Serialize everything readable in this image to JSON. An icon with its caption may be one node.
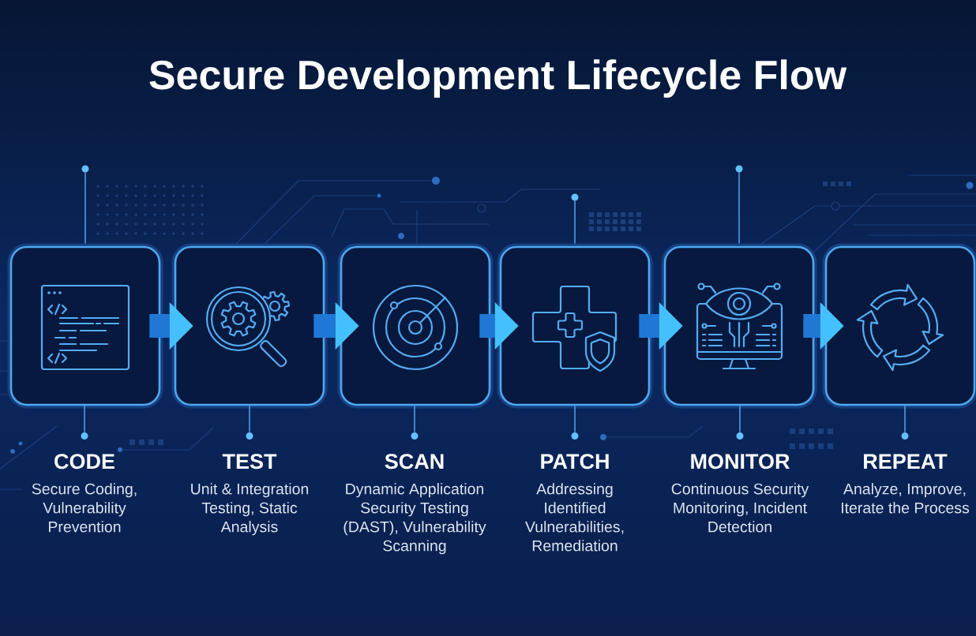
{
  "diagram": {
    "title": "Secure Development Lifecycle Flow",
    "nodes": [
      {
        "text": [],
        "shape": "box"
      },
      {
        "text": [],
        "shape": "box"
      },
      {
        "text": [],
        "shape": "box"
      },
      {
        "text": [],
        "shape": "box"
      },
      {
        "text": [],
        "shape": "box"
      },
      {
        "text": [],
        "shape": "box"
      },
      {
        "text": [
          "CODE",
          "Secure Coding, Vulnerability Prevention"
        ]
      },
      {
        "text": [
          "TEST",
          "Unit & Integration Testing, Static Analysis"
        ]
      },
      {
        "text": [
          "SCAN",
          "Dynamic Application Security Testing (DAST), Vulnerability Scanning"
        ]
      },
      {
        "text": [
          "PATCH",
          "Addressing Identified Vulnerabilities, Remediation"
        ]
      },
      {
        "text": [
          "MONITOR",
          "Continuous Security Monitoring, Incident Detection"
        ]
      },
      {
        "text": [
          "REPEAT",
          "Analyze, Improve, Iterate the Process"
        ]
      }
    ],
    "edges": [
      {
        "from": 0,
        "to": 1,
        "arrow": "to",
        "style": "thick"
      },
      {
        "from": 1,
        "to": 2,
        "arrow": "to",
        "style": "thick"
      },
      {
        "from": 2,
        "to": 3,
        "arrow": "to",
        "style": "thick"
      },
      {
        "from": 3,
        "to": 4,
        "arrow": "to",
        "style": "thick"
      },
      {
        "from": 4,
        "to": 5,
        "arrow": "to",
        "style": "thick"
      },
      {
        "from": 6,
        "to": 0,
        "arrow": "none"
      },
      {
        "from": 7,
        "to": 1,
        "arrow": "none"
      },
      {
        "from": 8,
        "to": 2,
        "arrow": "none"
      },
      {
        "from": 9,
        "to": 3,
        "arrow": "none"
      },
      {
        "from": 10,
        "to": 4,
        "arrow": "none"
      },
      {
        "from": 11,
        "to": 5,
        "arrow": "none"
      }
    ]
  }
}
